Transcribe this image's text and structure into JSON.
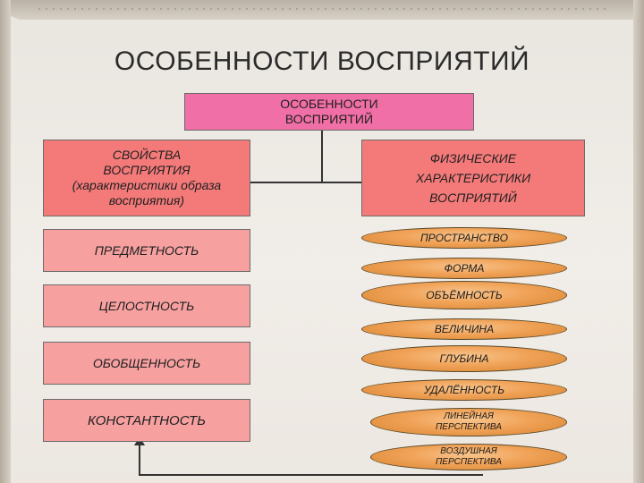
{
  "title": "ОСОБЕННОСТИ ВОСПРИЯТИЙ",
  "root": {
    "line1": "ОСОБЕННОСТИ",
    "line2": "ВОСПРИЯТИЙ"
  },
  "left_header": {
    "line1": "СВОЙСТВА",
    "line2": "ВОСПРИЯТИЯ",
    "line3": "(характеристики образа",
    "line4": "восприятия)"
  },
  "right_header": {
    "line1": "ФИЗИЧЕСКИЕ",
    "line2": "ХАРАКТЕРИСТИКИ",
    "line3": "ВОСПРИЯТИЙ"
  },
  "properties": [
    "ПРЕДМЕТНОСТЬ",
    "ЦЕЛОСТНОСТЬ",
    "ОБОБЩЕННОСТЬ",
    "КОНСТАНТНОСТЬ"
  ],
  "physical": [
    "ПРОСТРАНСТВО",
    "ФОРМА",
    "ОБЪЁМНОСТЬ",
    "ВЕЛИЧИНА",
    "ГЛУБИНА",
    "УДАЛЁННОСТЬ",
    "ЛИНЕЙНАЯ ПЕРСПЕКТИВА",
    "ВОЗДУШНАЯ ПЕРСПЕКТИВА"
  ]
}
